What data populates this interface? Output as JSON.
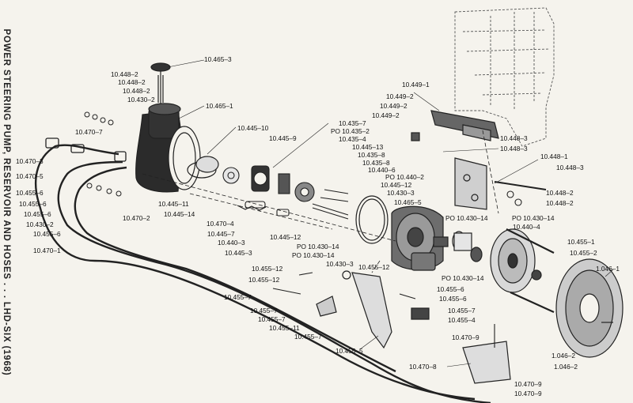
{
  "title": "POWER STEERING PUMP, RESERVOIR AND HOSES . . . LHD-SIX (1968)",
  "labels": {
    "l_10465_3": "10.465–3",
    "l_10448_2a": "10.448–2",
    "l_10448_2b": "10.448–2",
    "l_10448_2c": "10.448–2",
    "l_10430_2a": "10.430–2",
    "l_10465_1": "10.465–1",
    "l_10470_7": "10.470–7",
    "l_10470_3": "10.470–3",
    "l_10470_5": "10.470–5",
    "l_10455_6a": "10.455–6",
    "l_10455_6b": "10.455–6",
    "l_10455_6c": "10.455–6",
    "l_10430_2b": "10.430–2",
    "l_10455_6d": "10.455–6",
    "l_10470_1": "10.470–1",
    "l_10470_2": "10.470–2",
    "l_10445_11": "10.445–11",
    "l_10445_14": "10.445–14",
    "l_10445_10": "10.445–10",
    "l_10445_9": "10.445–9",
    "l_10435_7": "10.435–7",
    "l_po_10435_2": "PO 10.435–2",
    "l_10435_4": "10.435–4",
    "l_10445_13": "10.445–13",
    "l_10435_8a": "10.435–8",
    "l_10435_8b": "10.435–8",
    "l_10440_6": "10.440–6",
    "l_po_10440_2": "PO 10.440–2",
    "l_10445_12a": "10.445–12",
    "l_10430_3a": "10.430–3",
    "l_10465_5": "10.465–5",
    "l_10470_4": "10.470–4",
    "l_10445_7": "10.445–7",
    "l_10440_3": "10.440–3",
    "l_10445_3": "10.445–3",
    "l_10445_12b": "10.445–12",
    "l_po_10430_14a": "PO  10.430–14",
    "l_po_10430_14b": "PO  10.430–14",
    "l_10430_3b": "10.430–3",
    "l_10449_1": "10.449–1",
    "l_10449_2a": "10.449–2",
    "l_10449_2b": "10.449–2",
    "l_10449_2c": "10.449–2",
    "l_10448_3a": "10.448–3",
    "l_10448_3b": "10.448–3",
    "l_10448_1": "10.448–1",
    "l_10448_3c": "10.448–3",
    "l_10448_2d": "10.448–2",
    "l_10448_2e": "10.448–2",
    "l_po_10430_14c": "PO 10.430–14",
    "l_po_10430_14d": "PO 10.430–14",
    "l_10440_4": "10.440–4",
    "l_po_10430_14e": "PO 10.430–14",
    "l_10455_1": "10.455–1",
    "l_10455_2": "10.455–2",
    "l_10046_1": "1.046–1",
    "l_10455_12a": "10.455–12",
    "l_10455_12b": "10.455–12",
    "l_10455_12c": "10.455–12",
    "l_10455_7a": "10.455–7",
    "l_10455_7b": "10.455–7",
    "l_10455_7c": "10.455–7",
    "l_10455_11": "10.455–11",
    "l_10455_7d": "10.455–7",
    "l_10455_6e": "10.455–6",
    "l_10455_6f": "10.455–6",
    "l_10455_7e": "10.455–7",
    "l_10455_4": "10.455–4",
    "l_10455_5": "10.455–5",
    "l_10470_9a": "10.470–9",
    "l_10470_8": "10.470–8",
    "l_10470_9b": "10.470–9",
    "l_10470_9c": "10.470–9",
    "l_1046_2a": "1.046–2",
    "l_1046_2b": "1.046–2"
  }
}
